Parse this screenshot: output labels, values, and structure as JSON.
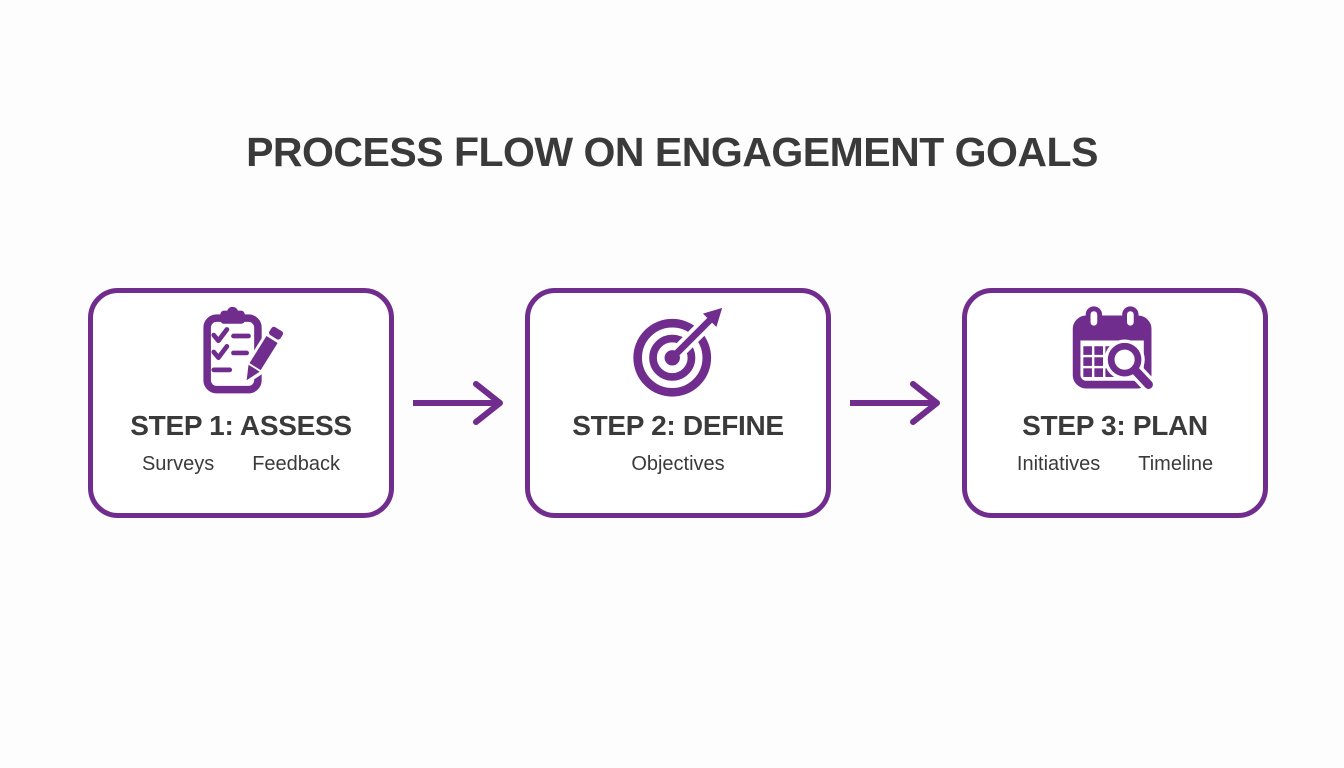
{
  "title": "PROCESS FLOW ON ENGAGEMENT GOALS",
  "colors": {
    "accent-purple": "#702D8E",
    "text-dark": "#3A3A3A",
    "background": "#FDFDFD"
  },
  "steps": [
    {
      "label": "STEP 1: ASSESS",
      "icon": "clipboard-checklist-icon",
      "tags": [
        "Surveys",
        "Feedback"
      ]
    },
    {
      "label": "STEP 2: DEFINE",
      "icon": "target-arrow-icon",
      "tags": [
        "Objectives"
      ]
    },
    {
      "label": "STEP 3: PLAN",
      "icon": "calendar-search-icon",
      "tags": [
        "Initiatives",
        "Timeline"
      ]
    }
  ],
  "connectors": [
    {
      "name": "flow-arrow-1"
    },
    {
      "name": "flow-arrow-2"
    }
  ]
}
